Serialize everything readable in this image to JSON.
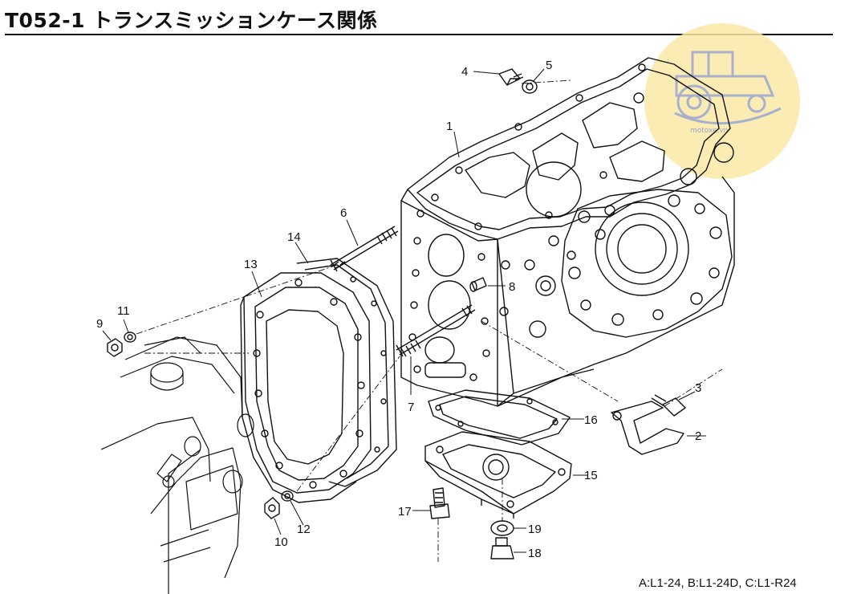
{
  "page": {
    "title": "T052-1 トランスミッションケース関係",
    "model_legend": "A:L1-24, B:L1-24D, C:L1-R24",
    "watermark_text": "motoxe.vn"
  },
  "callouts": [
    {
      "id": "p1",
      "label": "1"
    },
    {
      "id": "p2",
      "label": "2"
    },
    {
      "id": "p3",
      "label": "3"
    },
    {
      "id": "p4",
      "label": "4"
    },
    {
      "id": "p5",
      "label": "5"
    },
    {
      "id": "p6",
      "label": "6"
    },
    {
      "id": "p7",
      "label": "7"
    },
    {
      "id": "p8",
      "label": "8"
    },
    {
      "id": "p9",
      "label": "9"
    },
    {
      "id": "p10",
      "label": "10"
    },
    {
      "id": "p11",
      "label": "11"
    },
    {
      "id": "p12",
      "label": "12"
    },
    {
      "id": "p13",
      "label": "13"
    },
    {
      "id": "p14",
      "label": "14"
    },
    {
      "id": "p15",
      "label": "15"
    },
    {
      "id": "p16",
      "label": "16"
    },
    {
      "id": "p17",
      "label": "17"
    },
    {
      "id": "p18",
      "label": "18"
    },
    {
      "id": "p19",
      "label": "19"
    }
  ],
  "colors": {
    "line": "#111111",
    "watermark": "#fbe9a7",
    "watermark_icon": "#9aa3c4"
  }
}
